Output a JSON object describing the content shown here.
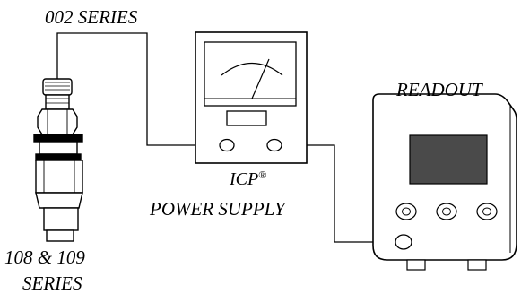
{
  "labels": {
    "sensor_top": "002 SERIES",
    "readout": "READOUT",
    "icp_prefix": "ICP",
    "icp_mark": "®",
    "power_supply": "POWER SUPPLY",
    "sensor_line1": "108 & 109",
    "sensor_line2": "SERIES"
  },
  "colors": {
    "stroke": "#000000",
    "screen": "#4a4a4a",
    "background": "#ffffff"
  },
  "icons": {
    "sensor": "pressure-sensor-icon",
    "power_supply": "analog-meter-power-supply-icon",
    "readout": "digital-readout-unit-icon"
  }
}
